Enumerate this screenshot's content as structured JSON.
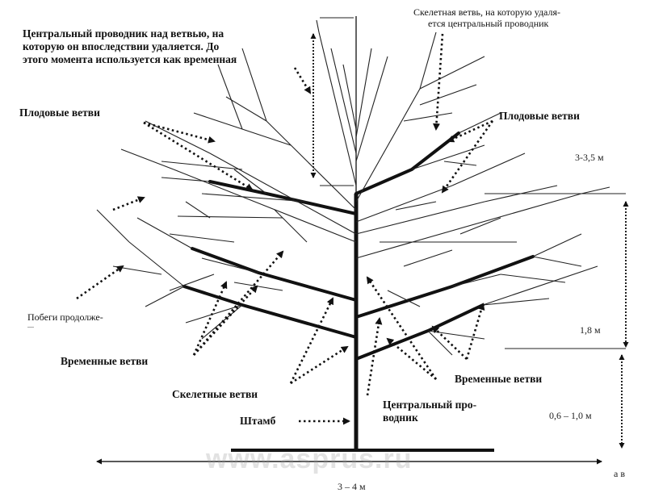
{
  "labels": {
    "central_leader_top": [
      "Центральный проводник над ветвью, на",
      "которую он впоследствии удаляется. До",
      "этого момента используется как временная"
    ],
    "skeletal_branch_top": [
      "Скелетная ветвь, на которую удаля-",
      "ется центральный проводник"
    ],
    "fruit_branches_left": "Плодовые ветви",
    "fruit_branches_right": "Плодовые ветви",
    "shoots_continuation": [
      "Побеги продолже-",
      "...."
    ],
    "temporary_left": "Временные ветви",
    "temporary_right": "Временные ветви",
    "skeletal_bottom": "Скелетные ветви",
    "central_bottom": [
      "Центральный про-",
      "водник"
    ],
    "trunk": "Штамб"
  },
  "dimensions": {
    "crown_top": "3-3,5 м",
    "middle": "1,8 м",
    "lower": "0,6 – 1,0 м",
    "ab": "а в",
    "width": "3 – 4 м"
  },
  "watermark": "www.asprus.ru"
}
